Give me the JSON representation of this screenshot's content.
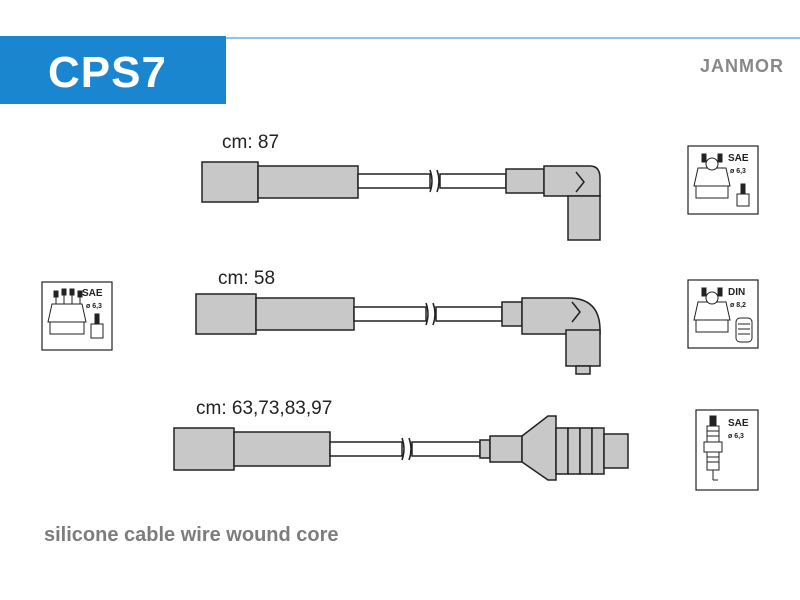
{
  "header": {
    "code": "CPS7",
    "brand": "JANMOR"
  },
  "leads": [
    {
      "length_label": "cm: 87"
    },
    {
      "length_label": "cm: 58"
    },
    {
      "length_label": "cm: 63,73,83,97"
    }
  ],
  "connectors": {
    "left_distributor": {
      "standard": "SAE",
      "size": "ø 6,3"
    },
    "right_top": {
      "standard": "SAE",
      "size": "ø 6,3"
    },
    "right_middle": {
      "standard": "DIN",
      "size": "ø 8,2"
    },
    "right_bottom": {
      "standard": "SAE",
      "size": "ø 6,3"
    }
  },
  "footer": {
    "text": "silicone cable wire wound core"
  },
  "colors": {
    "accent": "#1b86d0",
    "cable_fill": "#c8c8c8",
    "outline": "#222222",
    "brand_gray": "#888888"
  }
}
